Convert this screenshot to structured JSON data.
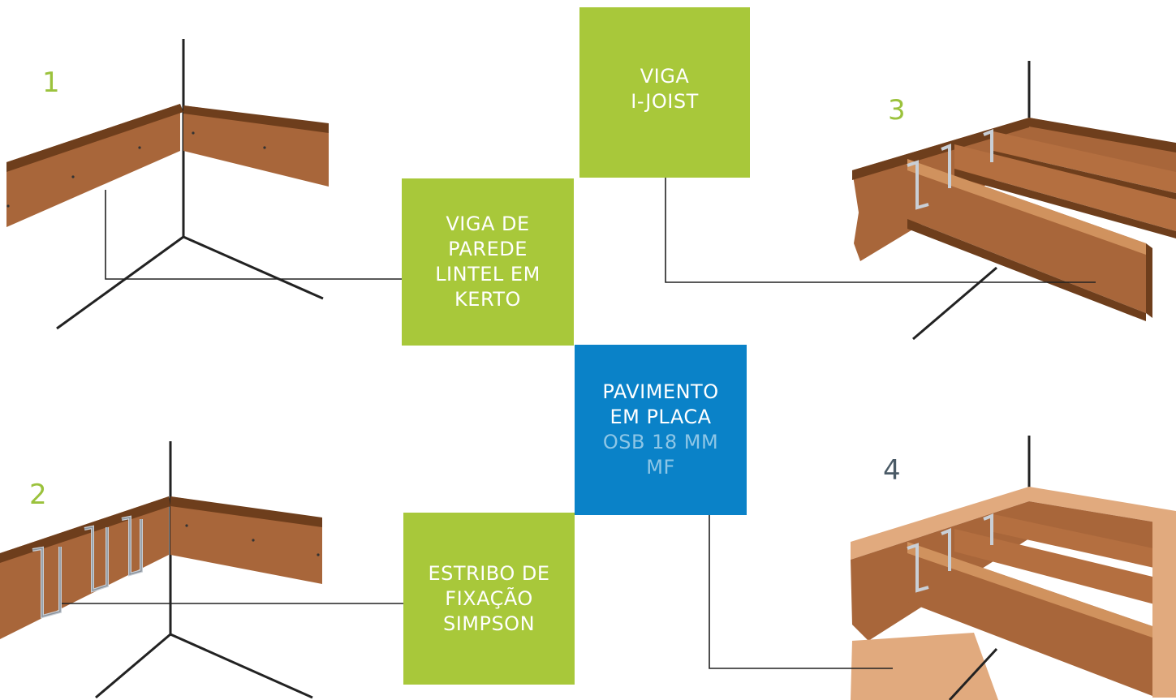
{
  "colors": {
    "green_label": "#a8c83a",
    "blue_label": "#0a82c8",
    "blue_label_highlight": "#8ec6e6",
    "step_green": "#9bc23c",
    "step_dark": "#4a5a66",
    "wood": "#a8663a",
    "wood_light": "#d9a074",
    "wood_dark": "#6e3e1c",
    "leader_line": "#222222"
  },
  "steps": [
    {
      "id": "1",
      "label": "1"
    },
    {
      "id": "2",
      "label": "2"
    },
    {
      "id": "3",
      "label": "3"
    },
    {
      "id": "4",
      "label": "4"
    }
  ],
  "labels": {
    "viga_ijoist": [
      "VIGA",
      "I-JOIST"
    ],
    "viga_parede": [
      "VIGA DE",
      "PAREDE",
      "LINTEL EM",
      "KERTO"
    ],
    "estribo": [
      "ESTRIBO DE",
      "FIXAÇÃO",
      "SIMPSON"
    ],
    "pavimento": [
      "PAVIMENTO",
      "EM PLACA"
    ],
    "pavimento_highlight": [
      "OSB 18 MM",
      "MF"
    ]
  }
}
